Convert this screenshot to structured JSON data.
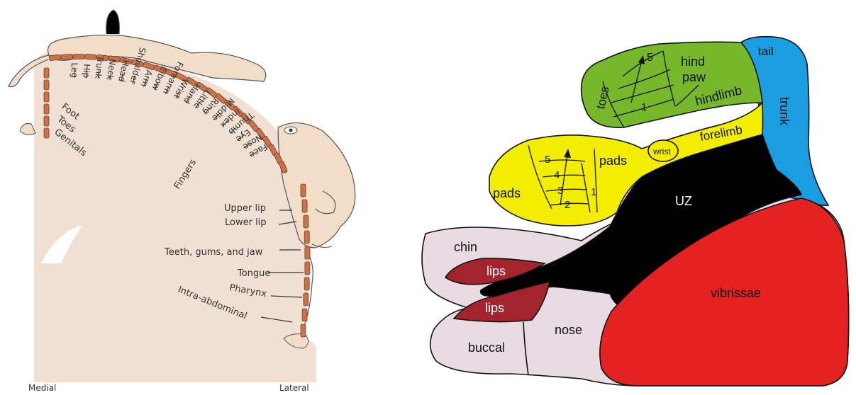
{
  "colors": {
    "cortex_fill": "#efe0d3",
    "segment_fill": "#c8734a",
    "segment_stroke": "#7a3d22",
    "skin": "#f2ddc9",
    "hind": "#76b82a",
    "fore": "#f3ee00",
    "trunk": "#1b9de2",
    "uz": "#000000",
    "vibrissae": "#e52222",
    "lips": "#a3242c",
    "face": "#e8dce2"
  },
  "homunculus": {
    "labels_top": [
      "Leg",
      "Hip",
      "Trunk",
      "Neck",
      "Head",
      "Shoulder",
      "Arm",
      "Elbow",
      "Forearm",
      "Wrist",
      "Hand",
      "Little",
      "Ring",
      "Middle",
      "Index",
      "Thumb",
      "Eye",
      "Nose",
      "Face"
    ],
    "labels_medial": [
      "Foot",
      "Toes",
      "Genitals"
    ],
    "labels_lateral": [
      "Upper lip",
      "Lower lip",
      "Teeth, gums, and jaw",
      "Tongue",
      "Pharynx",
      "Intra-abdominal"
    ],
    "fingers_label": "Fingers",
    "medial_label": "Medial",
    "lateral_label": "Lateral"
  },
  "rat_map": {
    "labels": {
      "tail": "tail",
      "trunk": "trunk",
      "hind": "hind",
      "paw": "paw",
      "hindlimb": "hindlimb",
      "toes": "toes",
      "hind_digit_5": "5",
      "hind_digit_1": "1",
      "forelimb": "forelimb",
      "wrist": "wrist",
      "pads_upper": "pads",
      "pads_left": "pads",
      "fore_digit_5": "5",
      "fore_digit_4": "4",
      "fore_digit_3": "3",
      "fore_digit_2": "2",
      "fore_digit_1": "1",
      "uz": "UZ",
      "chin": "chin",
      "lips_upper": "lips",
      "lips_lower": "lips",
      "nose": "nose",
      "buccal": "buccal",
      "vibrissae": "vibrissae"
    }
  }
}
